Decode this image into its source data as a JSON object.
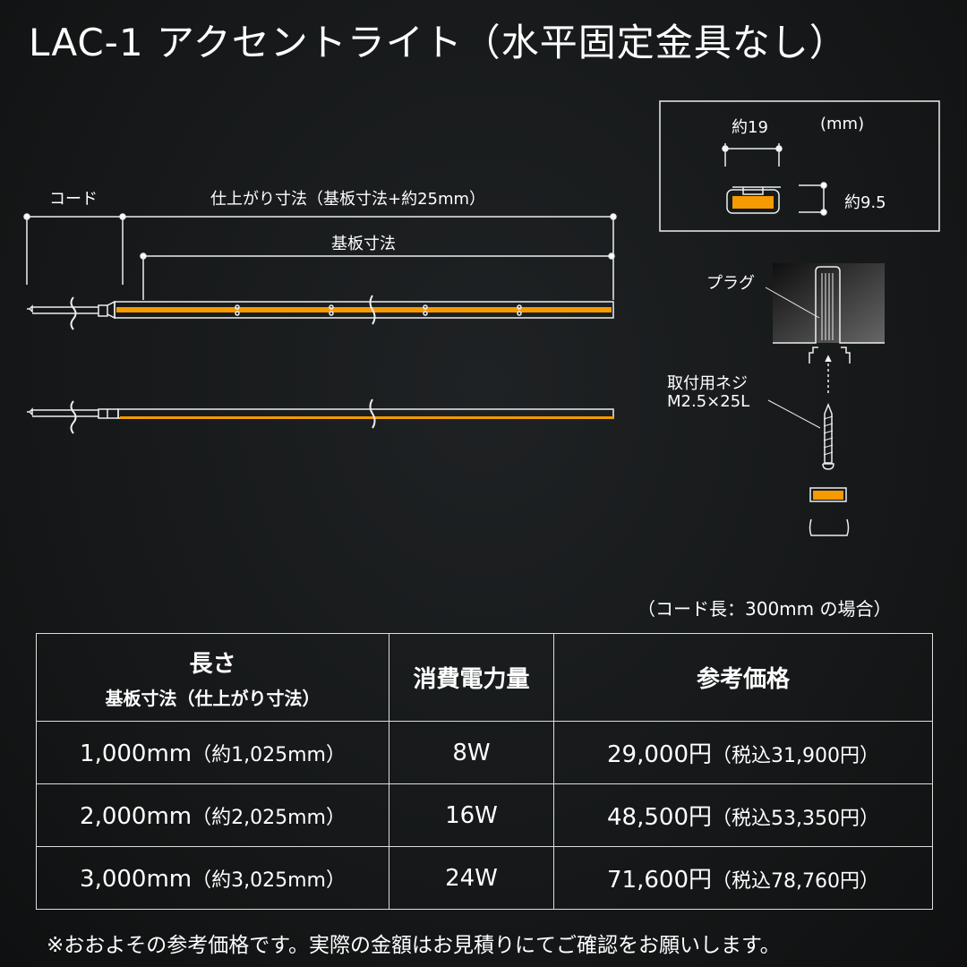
{
  "title": "LAC-1 アクセントライト（水平固定金具なし）",
  "diagram": {
    "cord_label": "コード",
    "finished_label": "仕上がり寸法（基板寸法+約25mm）",
    "board_label": "基板寸法",
    "section": {
      "width": "約19",
      "unit": "(mm)",
      "height": "約9.5"
    },
    "plug_label": "プラグ",
    "screw_label": "取付用ネジ",
    "screw_spec": "M2.5×25L",
    "led_color": "#f59a00"
  },
  "cord_note": "（コード長：300mm の場合）",
  "table": {
    "headers": {
      "length": "長さ",
      "length_sub": "基板寸法（仕上がり寸法）",
      "power": "消費電力量",
      "price": "参考価格"
    },
    "rows": [
      {
        "length": "1,000mm",
        "finished": "（約1,025mm）",
        "power": "8W",
        "price": "29,000円",
        "tax": "（税込31,900円）"
      },
      {
        "length": "2,000mm",
        "finished": "（約2,025mm）",
        "power": "16W",
        "price": "48,500円",
        "tax": "（税込53,350円）"
      },
      {
        "length": "3,000mm",
        "finished": "（約3,025mm）",
        "power": "24W",
        "price": "71,600円",
        "tax": "（税込78,760円）"
      }
    ]
  },
  "footnote": "※おおよその参考価格です。実際の金額はお見積りにてご確認をお願いします。"
}
